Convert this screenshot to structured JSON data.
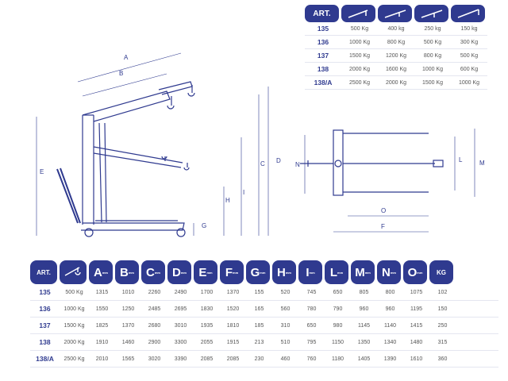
{
  "top_table": {
    "header": "ART.",
    "rows": [
      {
        "art": "135",
        "v": [
          "500 Kg",
          "400 kg",
          "250 kg",
          "150 kg"
        ]
      },
      {
        "art": "136",
        "v": [
          "1000 Kg",
          "800 Kg",
          "500 Kg",
          "300 Kg"
        ]
      },
      {
        "art": "137",
        "v": [
          "1500 Kg",
          "1200 Kg",
          "800 Kg",
          "500 Kg"
        ]
      },
      {
        "art": "138",
        "v": [
          "2000 Kg",
          "1600 Kg",
          "1000 Kg",
          "600 Kg"
        ]
      },
      {
        "art": "138/A",
        "v": [
          "2500 Kg",
          "2000 Kg",
          "1500 Kg",
          "1000 Kg"
        ]
      }
    ]
  },
  "diagram_labels": {
    "A": "A",
    "B": "B",
    "C": "C",
    "D": "D",
    "E": "E",
    "F": "F",
    "G": "G",
    "H": "H",
    "I": "I",
    "L": "L",
    "M": "M",
    "N": "N",
    "O": "O"
  },
  "bottom_table": {
    "header": "ART.",
    "columns": [
      "A",
      "B",
      "C",
      "D",
      "E",
      "F",
      "G",
      "H",
      "I",
      "L",
      "M",
      "N",
      "O"
    ],
    "unit": "mm",
    "weight_label": "KG",
    "rows": [
      {
        "art": "135",
        "load": "500 Kg",
        "v": [
          "1315",
          "1010",
          "2260",
          "2490",
          "1700",
          "1370",
          "155",
          "520",
          "745",
          "650",
          "805",
          "800",
          "1075",
          "102"
        ]
      },
      {
        "art": "136",
        "load": "1000 Kg",
        "v": [
          "1550",
          "1250",
          "2485",
          "2695",
          "1830",
          "1520",
          "165",
          "560",
          "780",
          "790",
          "960",
          "960",
          "1195",
          "150"
        ]
      },
      {
        "art": "137",
        "load": "1500 Kg",
        "v": [
          "1825",
          "1370",
          "2680",
          "3010",
          "1935",
          "1810",
          "185",
          "310",
          "650",
          "980",
          "1145",
          "1140",
          "1415",
          "250"
        ]
      },
      {
        "art": "138",
        "load": "2000 Kg",
        "v": [
          "1910",
          "1460",
          "2900",
          "3300",
          "2055",
          "1915",
          "213",
          "510",
          "795",
          "1150",
          "1350",
          "1340",
          "1480",
          "315"
        ]
      },
      {
        "art": "138/A",
        "load": "2500 Kg",
        "v": [
          "2010",
          "1565",
          "3020",
          "3390",
          "2085",
          "2085",
          "230",
          "460",
          "760",
          "1180",
          "1405",
          "1390",
          "1610",
          "360"
        ]
      }
    ]
  },
  "colors": {
    "primary": "#2f3a8f",
    "text": "#555555",
    "rule": "#e4e6f0"
  }
}
